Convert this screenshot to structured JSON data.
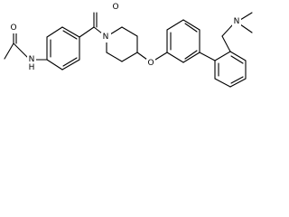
{
  "molecule": {
    "atoms": {
      "acetamide_oxygen": "O",
      "amide_nitrogen": "N",
      "amide_hydrogen": "H",
      "carbonyl_oxygen": "O",
      "piperidine_nitrogen": "N",
      "ether_oxygen": "O",
      "amine_nitrogen": "N"
    }
  }
}
